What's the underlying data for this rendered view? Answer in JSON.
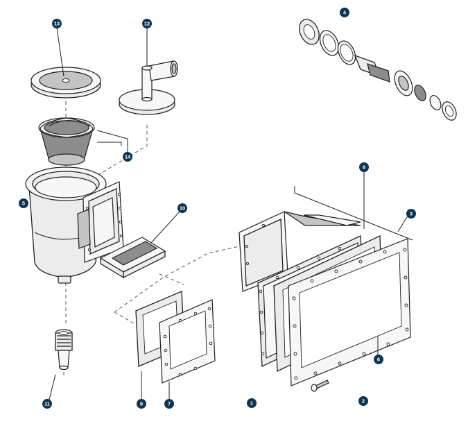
{
  "callouts": [
    {
      "id": "c1",
      "label": "1"
    },
    {
      "id": "c2",
      "label": "2"
    },
    {
      "id": "c3",
      "label": "3"
    },
    {
      "id": "c4",
      "label": "4"
    },
    {
      "id": "c5",
      "label": "5"
    },
    {
      "id": "c6",
      "label": "6"
    },
    {
      "id": "c7",
      "label": "7"
    },
    {
      "id": "c8",
      "label": "8"
    },
    {
      "id": "c9",
      "label": "9"
    },
    {
      "id": "c10",
      "label": "10"
    },
    {
      "id": "c11",
      "label": "11"
    },
    {
      "id": "c12",
      "label": "12"
    },
    {
      "id": "c13",
      "label": "13"
    },
    {
      "id": "c14",
      "label": "14"
    }
  ],
  "colors": {
    "callout_fill": "#0f3553",
    "line": "#1f1f1f",
    "part_fill": "#ececec",
    "basket_fill": "#8d8d8d"
  }
}
